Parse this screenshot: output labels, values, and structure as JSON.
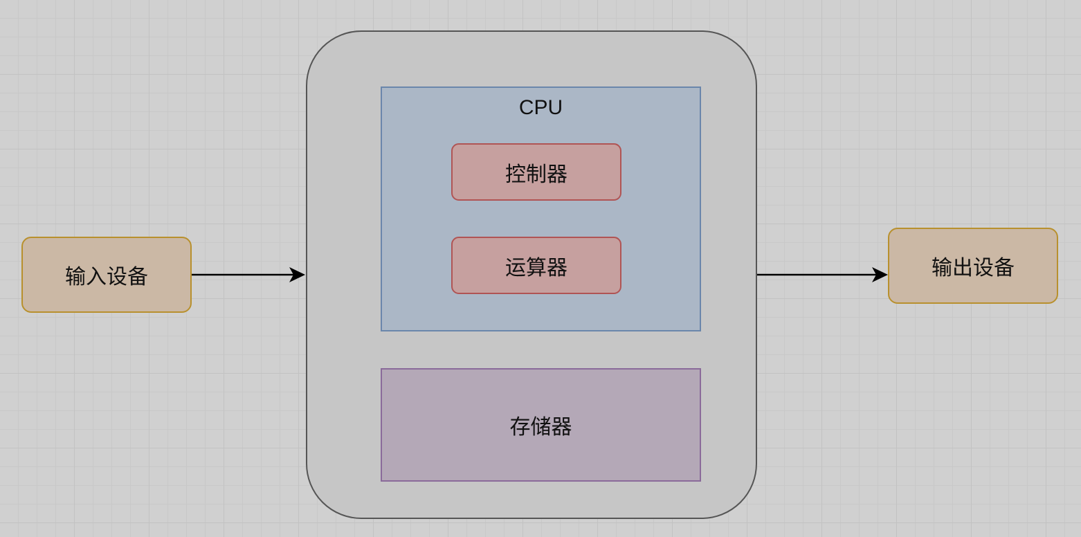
{
  "diagram": {
    "input_device": "输入设备",
    "output_device": "输出设备",
    "cpu": {
      "label": "CPU",
      "controller": "控制器",
      "alu": "运算器"
    },
    "storage": "存储器"
  }
}
